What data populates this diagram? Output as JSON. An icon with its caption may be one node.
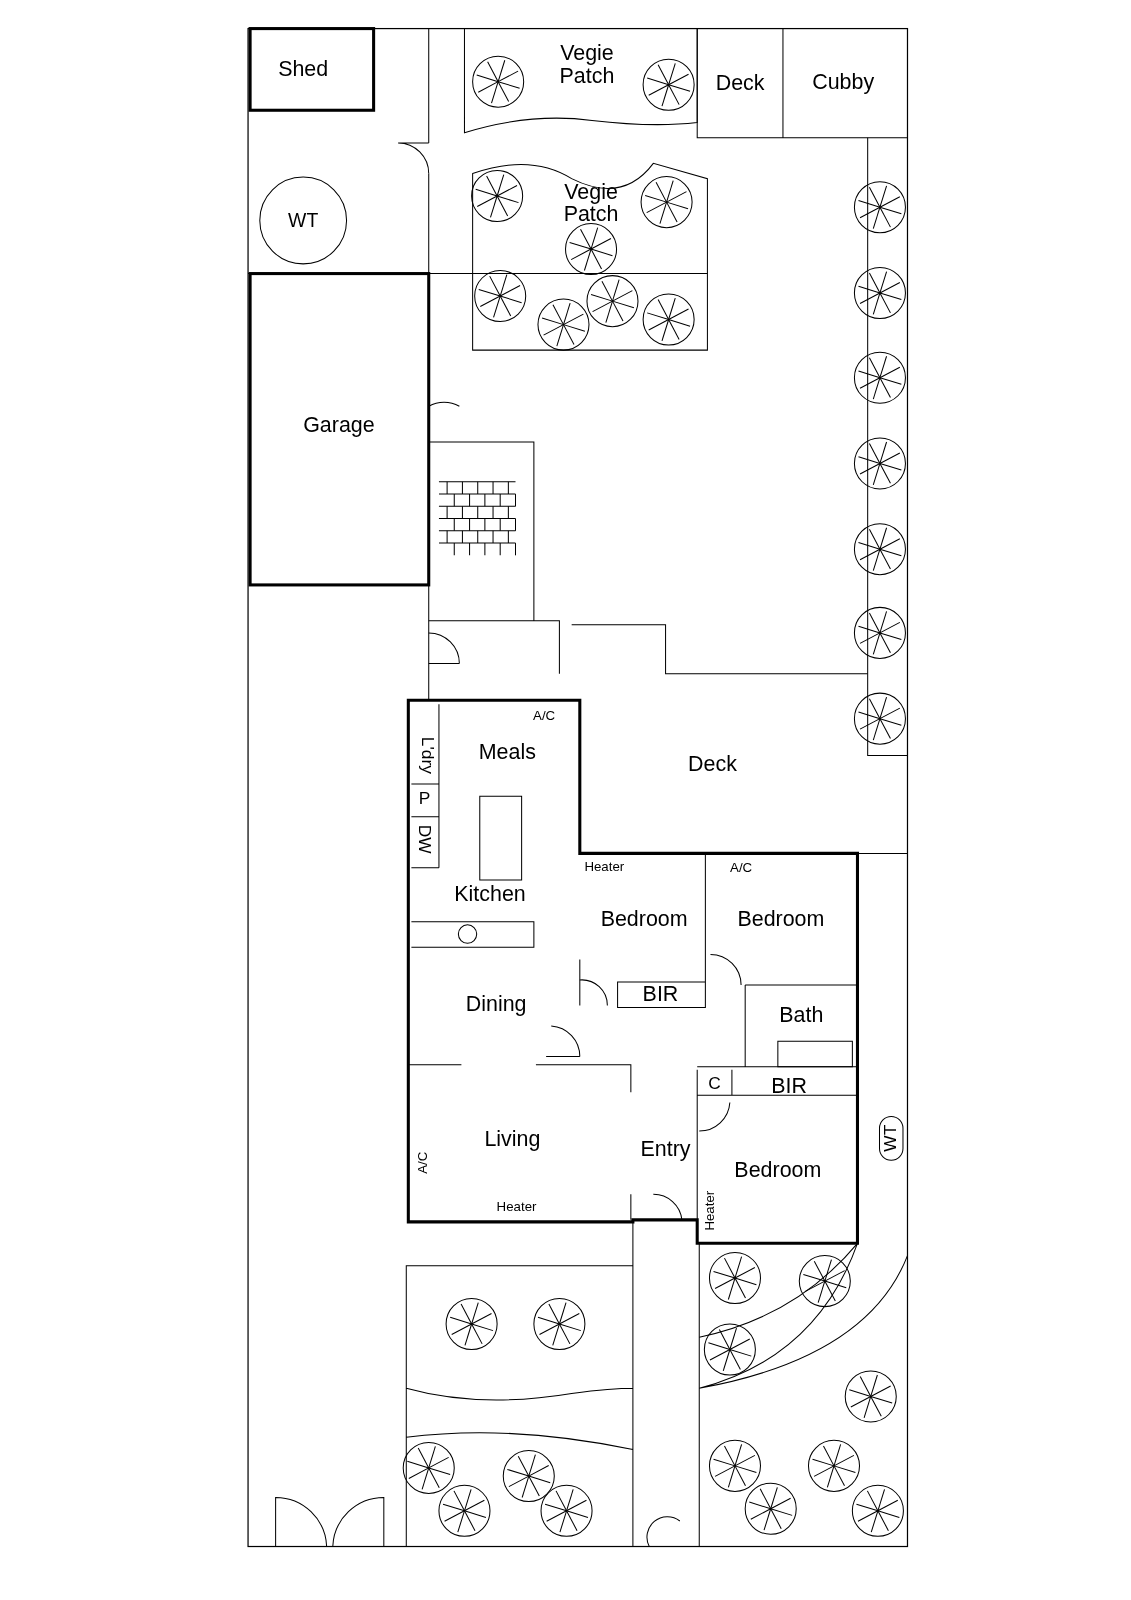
{
  "diagram": {
    "nodes": [
      {
        "text": [
          "Shed"
        ]
      },
      {
        "text": [
          "Vegie Patch"
        ]
      },
      {
        "text": [
          "Deck"
        ]
      },
      {
        "text": [
          "Cubby"
        ]
      },
      {
        "text": [
          "WT"
        ]
      },
      {
        "text": [
          "Vegie Patch"
        ]
      },
      {
        "text": [
          "Garage"
        ]
      },
      {
        "text": [
          "L'dry"
        ]
      },
      {
        "text": [
          "Meals"
        ]
      },
      {
        "text": [
          "Deck"
        ]
      },
      {
        "text": [
          "P"
        ]
      },
      {
        "text": [
          "DW"
        ]
      },
      {
        "text": [
          "Kitchen"
        ]
      },
      {
        "text": [
          "Bedroom"
        ]
      },
      {
        "text": [
          "Bedroom"
        ]
      },
      {
        "text": [
          "BIR"
        ]
      },
      {
        "text": [
          "Dining"
        ]
      },
      {
        "text": [
          "Bath"
        ]
      },
      {
        "text": [
          "C"
        ]
      },
      {
        "text": [
          "BIR"
        ]
      },
      {
        "text": [
          "Living"
        ]
      },
      {
        "text": [
          "Entry"
        ]
      },
      {
        "text": [
          "Bedroom"
        ]
      },
      {
        "text": [
          "WT"
        ]
      }
    ],
    "labels": [
      "A/C",
      "Heater",
      "A/C",
      "A/C",
      "Heater",
      "Heater"
    ]
  }
}
